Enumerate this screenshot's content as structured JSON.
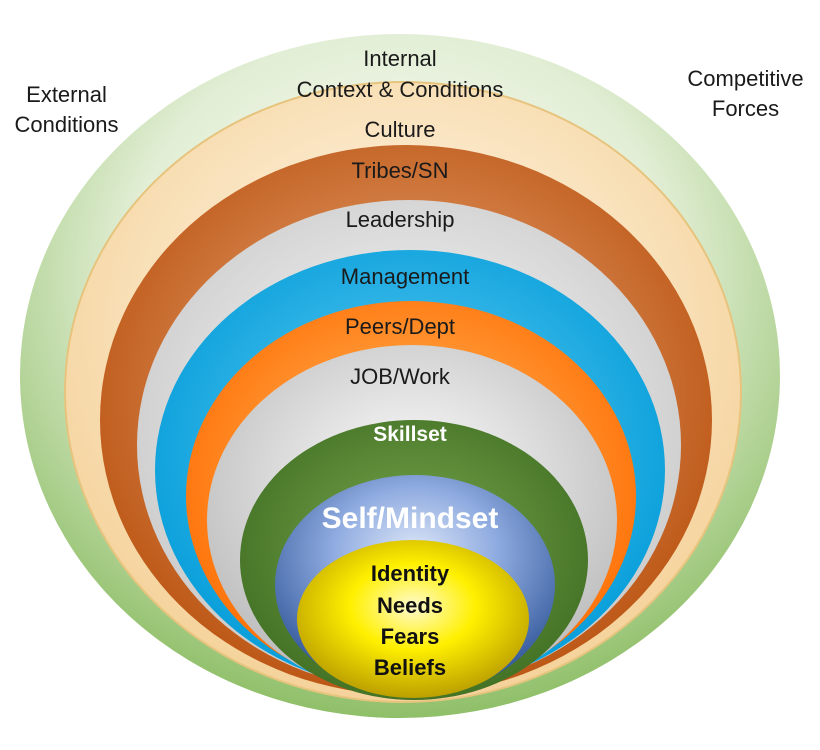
{
  "corners": {
    "external": [
      "External",
      "Conditions"
    ],
    "competitive": [
      "Competitive",
      "Forces"
    ]
  },
  "rings": {
    "internal": [
      "Internal",
      "Context & Conditions"
    ],
    "culture": "Culture",
    "tribes": "Tribes/SN",
    "leadership": "Leadership",
    "management": "Management",
    "peers": "Peers/Dept",
    "job": "JOB/Work",
    "skillset": "Skillset",
    "self": "Self/Mindset",
    "core": [
      "Identity",
      "Needs",
      "Fears",
      "Beliefs"
    ]
  },
  "colors": {
    "internal": "#9bc37a",
    "culture": "#f6d9a4",
    "tribes": "#c55a11",
    "leadership": "#d9d9d9",
    "management": "#00a8e8",
    "peers": "#ff7f00",
    "job": "#d0d0d0",
    "skillset": "#4f7f2e",
    "self": "#4472c4",
    "core": "#f2d300"
  }
}
